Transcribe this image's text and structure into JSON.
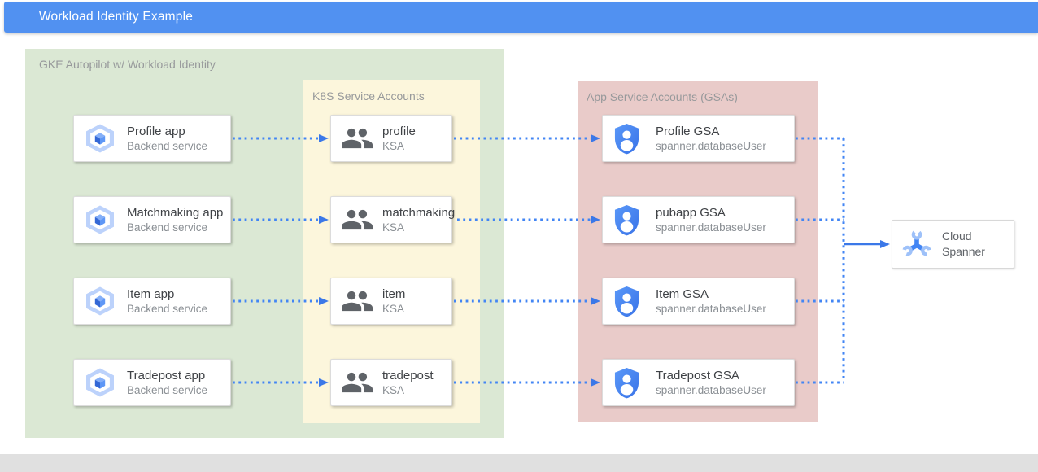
{
  "window": {
    "title": "Workload Identity Example"
  },
  "zones": {
    "gke": {
      "label": "GKE Autopilot w/ Workload Identity",
      "color": "#dbe8d4"
    },
    "ksa": {
      "label": "K8S Service Accounts",
      "color": "#fcf6dc"
    },
    "gsa": {
      "label": "App Service Accounts (GSAs)",
      "color": "#e9cbc9"
    }
  },
  "apps": [
    {
      "icon": "gke-hexagon-icon",
      "title": "Profile app",
      "subtitle": "Backend service"
    },
    {
      "icon": "gke-hexagon-icon",
      "title": "Matchmaking app",
      "subtitle": "Backend service"
    },
    {
      "icon": "gke-hexagon-icon",
      "title": "Item app",
      "subtitle": "Backend service"
    },
    {
      "icon": "gke-hexagon-icon",
      "title": "Tradepost app",
      "subtitle": "Backend service"
    }
  ],
  "ksas": [
    {
      "icon": "people-icon",
      "title": "profile",
      "subtitle": "KSA"
    },
    {
      "icon": "people-icon",
      "title": "matchmaking",
      "subtitle": "KSA"
    },
    {
      "icon": "people-icon",
      "title": "item",
      "subtitle": "KSA"
    },
    {
      "icon": "people-icon",
      "title": "tradepost",
      "subtitle": "KSA"
    }
  ],
  "gsas": [
    {
      "icon": "shield-person-icon",
      "title": "Profile GSA",
      "subtitle": "spanner.databaseUser"
    },
    {
      "icon": "shield-person-icon",
      "title": "pubapp GSA",
      "subtitle": "spanner.databaseUser"
    },
    {
      "icon": "shield-person-icon",
      "title": "Item GSA",
      "subtitle": "spanner.databaseUser"
    },
    {
      "icon": "shield-person-icon",
      "title": "Tradepost GSA",
      "subtitle": "spanner.databaseUser"
    }
  ],
  "spanner": {
    "icon": "cloud-spanner-icon",
    "line1": "Cloud",
    "line2": "Spanner"
  },
  "colors": {
    "header_blue": "#5191f1",
    "zone_green": "#dbe8d4",
    "zone_yellow": "#fcf6dc",
    "zone_pink": "#e9cbc9",
    "arrow_blue": "#4285f4",
    "solid_arrow_blue": "#3b78e8",
    "footer_gray": "#e0e0e0"
  }
}
